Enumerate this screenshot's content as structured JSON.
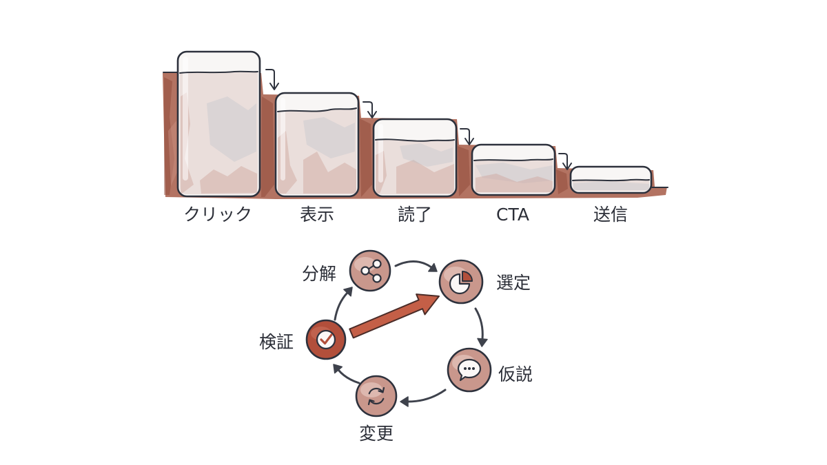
{
  "funnel": {
    "steps": [
      {
        "label": "クリック"
      },
      {
        "label": "表示"
      },
      {
        "label": "読了"
      },
      {
        "label": "CTA"
      },
      {
        "label": "送信"
      }
    ]
  },
  "cycle": {
    "nodes": [
      {
        "label": "分解",
        "icon": "share-nodes-icon"
      },
      {
        "label": "選定",
        "icon": "pie-chart-icon"
      },
      {
        "label": "仮説",
        "icon": "speech-bubble-icon"
      },
      {
        "label": "変更",
        "icon": "refresh-icon"
      },
      {
        "label": "検証",
        "icon": "check-circle-icon"
      }
    ],
    "arrows": [
      [
        0,
        1
      ],
      [
        1,
        2
      ],
      [
        2,
        3
      ],
      [
        3,
        4
      ],
      [
        4,
        0
      ]
    ],
    "highlight_arrow": [
      4,
      1
    ]
  },
  "colors": {
    "outline": "#2d313c",
    "text": "#2b2e37",
    "wash": "#ad6755",
    "wash_dark": "#8c4436",
    "node": "#c9978c",
    "verify": "#b24f3b",
    "accent": "#c45f47",
    "arrow": "#3e424c"
  }
}
